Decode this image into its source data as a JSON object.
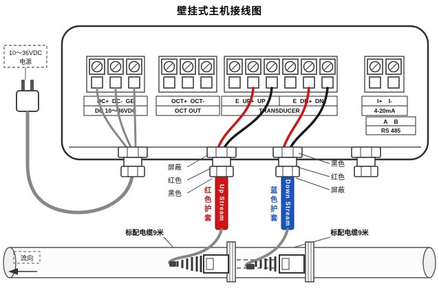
{
  "title": "壁挂式主机接线图",
  "power": {
    "line1": "10～36VDC",
    "line2": "电源"
  },
  "terminals": {
    "dc_top": "DC+  DC-  GE",
    "dc_bottom": "DC 10～36VDC",
    "oct_top": "OCT+  OCT-",
    "oct_bottom": "OCT OUT",
    "up_top": "E  UP+  UP",
    "dn_top": "E  DN+  DN",
    "transducer": "TRANSDUCER",
    "i_top": "I+    I-",
    "i_bottom": "4-20mA",
    "rs_top": "A    B",
    "rs_bottom": "RS 485"
  },
  "labels": {
    "left": [
      "屏蔽",
      "红色",
      "黑色"
    ],
    "right": [
      "黑色",
      "红色",
      "屏蔽"
    ]
  },
  "cables": {
    "red_sheath": "红色护套",
    "up_stream": "Up Stream",
    "blue_sheath": "蓝色护套",
    "down_stream": "Down Stream",
    "left_std": "标配电缆9米",
    "right_std": "标配电缆9米"
  },
  "pipe": {
    "flow": "流向"
  },
  "colors": {
    "red": "#cf1616",
    "blue": "#1d55c0",
    "wire_gray": "#878787"
  }
}
